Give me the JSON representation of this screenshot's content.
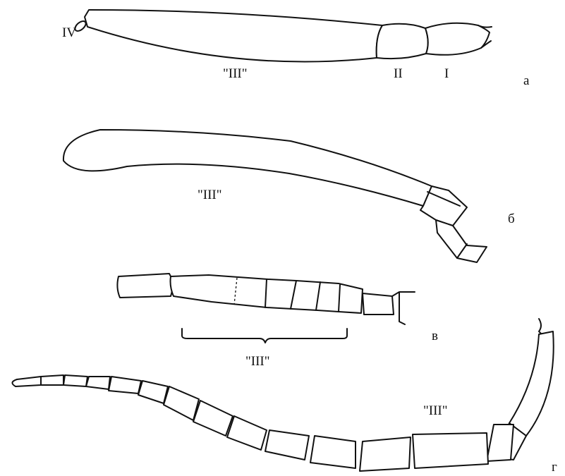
{
  "figures": {
    "a": {
      "letter": "а",
      "labels": [
        "IV",
        "\"III\"",
        "II",
        "I"
      ]
    },
    "b": {
      "letter": "б",
      "labels": [
        "\"III\""
      ]
    },
    "v": {
      "letter": "в",
      "labels": [
        "\"III\""
      ]
    },
    "g": {
      "letter": "г",
      "labels": [
        "\"III\""
      ]
    }
  }
}
